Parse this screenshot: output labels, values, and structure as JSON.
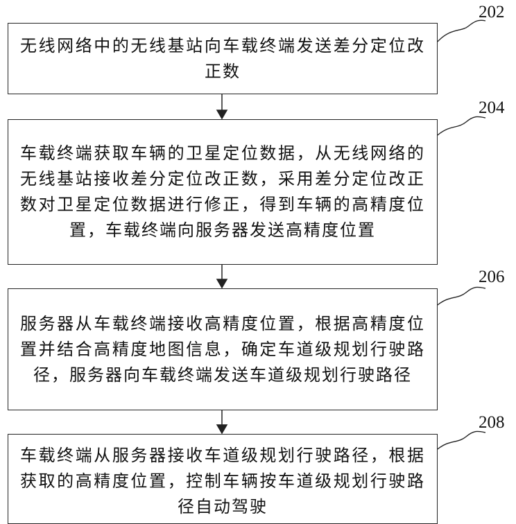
{
  "steps": [
    {
      "number": "202",
      "text": "无线网络中的无线基站向车载终端发送差分定位改正数"
    },
    {
      "number": "204",
      "text": "车载终端获取车辆的卫星定位数据，从无线网络的无线基站接收差分定位改正数，采用差分定位改正数对卫星定位数据进行修正，得到车辆的高精度位置，车载终端向服务器发送高精度位置"
    },
    {
      "number": "206",
      "text": "服务器从车载终端接收高精度位置，根据高精度位置并结合高精度地图信息，确定车道级规划行驶路径，服务器向车载终端发送车道级规划行驶路径"
    },
    {
      "number": "208",
      "text": "车载终端从服务器接收车道级规划行驶路径，根据获取的高精度位置，控制车辆按车道级规划行驶路径自动驾驶"
    }
  ]
}
